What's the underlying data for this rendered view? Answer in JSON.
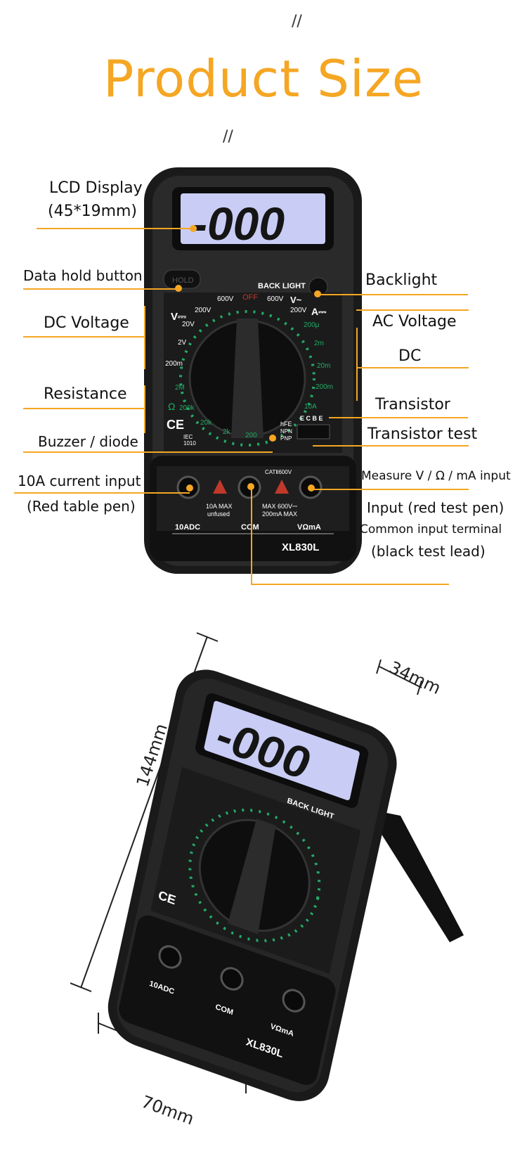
{
  "title": "Product Size",
  "slash_marks": [
    "//",
    "//"
  ],
  "labels": {
    "lcd_display": "LCD Display",
    "lcd_size": "(45*19mm)",
    "data_hold": "Data hold button",
    "dc_voltage": "DC Voltage",
    "resistance": "Resistance",
    "buzzer": "Buzzer / diode",
    "current_input": "10A current input",
    "red_pen": "(Red table pen)",
    "backlight": "Backlight",
    "ac_voltage": "AC Voltage",
    "dc": "DC",
    "transistor": "Transistor",
    "transistor_test": "Transistor test",
    "measure_input": "Measure V / Ω / mA input",
    "input_red": "Input (red test pen)",
    "common_terminal": "Common input terminal",
    "black_lead": "(black test lead)"
  },
  "meter": {
    "display": "-000",
    "hold": "HOLD",
    "backlight_text": "BACK LIGHT",
    "off": "OFF",
    "v_dc": "V⎓",
    "v_ac": "V~",
    "a_dc": "A⎓",
    "ranges_left": [
      "600V",
      "200V",
      "20V",
      "2V",
      "200m",
      "2M",
      "200k",
      "20k",
      "2k",
      "200"
    ],
    "ranges_right": [
      "600V",
      "200V",
      "200μ",
      "2m",
      "20m",
      "200m",
      "10A"
    ],
    "ohm": "Ω",
    "ce": "CE",
    "iec": "IEC",
    "iec_num": "1010",
    "hfe": "hFE",
    "npn": "NPN",
    "pnp": "PNP",
    "ecbe": "E C B E",
    "cat": "CATⅡ600V",
    "max_10a": "10A MAX",
    "unfused": "unfused",
    "max_600v": "MAX 600V⎓",
    "max_200ma": "200mA MAX",
    "port_10a": "10ADC",
    "port_com": "COM",
    "port_v": "VΩmA",
    "model": "XL830L"
  },
  "dimensions": {
    "height": "144mm",
    "depth": "34mm",
    "width": "70mm"
  },
  "colors": {
    "accent": "#f5a623",
    "lcd": "#c9cdf5",
    "body": "#1f1f1f",
    "dial_ticks": "#22aa66"
  }
}
